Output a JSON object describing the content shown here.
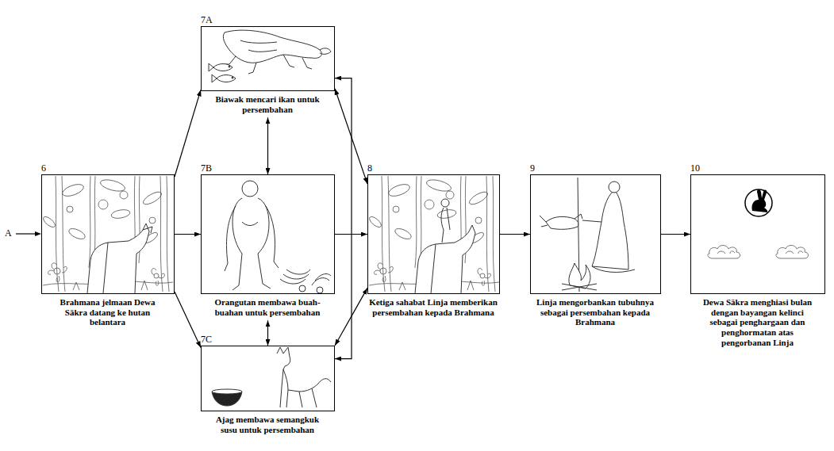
{
  "diagram": {
    "nodes": [
      {
        "text": [
          "6",
          "Brahmana jelmaan Dewa Säkra datang ke hutan belantara"
        ]
      },
      {
        "text": [
          "7A",
          "Biawak mencari ikan untuk persembahan"
        ]
      },
      {
        "text": [
          "7B",
          "Orangutan membawa buah-buahan untuk persembahan"
        ]
      },
      {
        "text": [
          "7C",
          "Ajag membawa semangkuk susu untuk persembahan"
        ]
      },
      {
        "text": [
          "8",
          "Ketiga sahabat Linja memberikan persembahan kepada Brahmana"
        ]
      },
      {
        "text": [
          "9",
          "Linja mengorbankan tubuhnya sebagai persembahan kepada Brahmana"
        ]
      },
      {
        "text": [
          "10",
          "Dewa Säkra menghiasi bulan dengan bayangan kelinci sebagai penghargaan dan penghormatan atas pengorbanan Linja"
        ]
      }
    ],
    "edges": [
      {
        "from": 0,
        "to": 1,
        "arrow": "to"
      },
      {
        "from": 0,
        "to": 2,
        "arrow": "to"
      },
      {
        "from": 0,
        "to": 3,
        "arrow": "to"
      },
      {
        "from": 1,
        "to": 2,
        "arrow": "both"
      },
      {
        "from": 2,
        "to": 3,
        "arrow": "both"
      },
      {
        "from": 1,
        "to": 3,
        "arrow": "both"
      },
      {
        "from": 1,
        "to": 4,
        "arrow": "both"
      },
      {
        "from": 2,
        "to": 4,
        "arrow": "to"
      },
      {
        "from": 3,
        "to": 4,
        "arrow": "both"
      },
      {
        "from": 4,
        "to": 5,
        "arrow": "to"
      },
      {
        "from": 5,
        "to": 6,
        "arrow": "to"
      }
    ],
    "labels": [
      "A"
    ]
  }
}
